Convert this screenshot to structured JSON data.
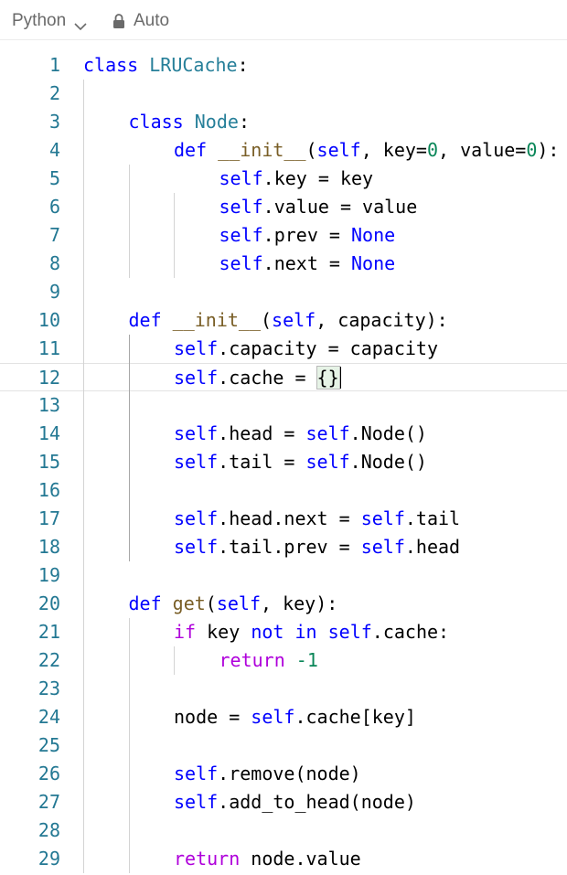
{
  "topbar": {
    "language": "Python",
    "language_icon": "chevron-down-icon",
    "mode_icon": "lock-icon",
    "mode": "Auto"
  },
  "editor": {
    "cursor_line": 12,
    "lines": [
      {
        "n": "1",
        "indent": 0,
        "tokens": [
          [
            "kw",
            "class"
          ],
          [
            "t",
            " "
          ],
          [
            "cls",
            "LRUCache"
          ],
          [
            "t",
            ":"
          ]
        ]
      },
      {
        "n": "2",
        "indent": 0,
        "tokens": []
      },
      {
        "n": "3",
        "indent": 1,
        "tokens": [
          [
            "kw",
            "class"
          ],
          [
            "t",
            " "
          ],
          [
            "cls",
            "Node"
          ],
          [
            "t",
            ":"
          ]
        ]
      },
      {
        "n": "4",
        "indent": 2,
        "tokens": [
          [
            "kw",
            "def"
          ],
          [
            "t",
            " "
          ],
          [
            "fn",
            "__init__"
          ],
          [
            "t",
            "("
          ],
          [
            "self",
            "self"
          ],
          [
            "t",
            ", key="
          ],
          [
            "num",
            "0"
          ],
          [
            "t",
            ", value="
          ],
          [
            "num",
            "0"
          ],
          [
            "t",
            "):"
          ]
        ]
      },
      {
        "n": "5",
        "indent": 3,
        "tokens": [
          [
            "self",
            "self"
          ],
          [
            "t",
            ".key = key"
          ]
        ]
      },
      {
        "n": "6",
        "indent": 3,
        "tokens": [
          [
            "self",
            "self"
          ],
          [
            "t",
            ".value = value"
          ]
        ]
      },
      {
        "n": "7",
        "indent": 3,
        "tokens": [
          [
            "self",
            "self"
          ],
          [
            "t",
            ".prev = "
          ],
          [
            "kw",
            "None"
          ]
        ]
      },
      {
        "n": "8",
        "indent": 3,
        "tokens": [
          [
            "self",
            "self"
          ],
          [
            "t",
            ".next = "
          ],
          [
            "kw",
            "None"
          ]
        ]
      },
      {
        "n": "9",
        "indent": 0,
        "tokens": []
      },
      {
        "n": "10",
        "indent": 1,
        "tokens": [
          [
            "kw",
            "def"
          ],
          [
            "t",
            " "
          ],
          [
            "fn",
            "__init__"
          ],
          [
            "t",
            "("
          ],
          [
            "self",
            "self"
          ],
          [
            "t",
            ", capacity):"
          ]
        ]
      },
      {
        "n": "11",
        "indent": 2,
        "tokens": [
          [
            "self",
            "self"
          ],
          [
            "t",
            ".capacity = capacity"
          ]
        ]
      },
      {
        "n": "12",
        "indent": 2,
        "tokens": [
          [
            "self",
            "self"
          ],
          [
            "t",
            ".cache = "
          ],
          [
            "match",
            "{}"
          ],
          [
            "cursor",
            ""
          ]
        ]
      },
      {
        "n": "13",
        "indent": 0,
        "tokens": []
      },
      {
        "n": "14",
        "indent": 2,
        "tokens": [
          [
            "self",
            "self"
          ],
          [
            "t",
            ".head = "
          ],
          [
            "self",
            "self"
          ],
          [
            "t",
            ".Node()"
          ]
        ]
      },
      {
        "n": "15",
        "indent": 2,
        "tokens": [
          [
            "self",
            "self"
          ],
          [
            "t",
            ".tail = "
          ],
          [
            "self",
            "self"
          ],
          [
            "t",
            ".Node()"
          ]
        ]
      },
      {
        "n": "16",
        "indent": 0,
        "tokens": []
      },
      {
        "n": "17",
        "indent": 2,
        "tokens": [
          [
            "self",
            "self"
          ],
          [
            "t",
            ".head.next = "
          ],
          [
            "self",
            "self"
          ],
          [
            "t",
            ".tail"
          ]
        ]
      },
      {
        "n": "18",
        "indent": 2,
        "tokens": [
          [
            "self",
            "self"
          ],
          [
            "t",
            ".tail.prev = "
          ],
          [
            "self",
            "self"
          ],
          [
            "t",
            ".head"
          ]
        ]
      },
      {
        "n": "19",
        "indent": 0,
        "tokens": []
      },
      {
        "n": "20",
        "indent": 1,
        "tokens": [
          [
            "kw",
            "def"
          ],
          [
            "t",
            " "
          ],
          [
            "fn",
            "get"
          ],
          [
            "t",
            "("
          ],
          [
            "self",
            "self"
          ],
          [
            "t",
            ", key):"
          ]
        ]
      },
      {
        "n": "21",
        "indent": 2,
        "tokens": [
          [
            "ctrl",
            "if"
          ],
          [
            "t",
            " key "
          ],
          [
            "kw",
            "not"
          ],
          [
            "t",
            " "
          ],
          [
            "kw",
            "in"
          ],
          [
            "t",
            " "
          ],
          [
            "self",
            "self"
          ],
          [
            "t",
            ".cache:"
          ]
        ]
      },
      {
        "n": "22",
        "indent": 3,
        "tokens": [
          [
            "ctrl",
            "return"
          ],
          [
            "t",
            " "
          ],
          [
            "num",
            "-1"
          ]
        ]
      },
      {
        "n": "23",
        "indent": 0,
        "tokens": []
      },
      {
        "n": "24",
        "indent": 2,
        "tokens": [
          [
            "t",
            "node = "
          ],
          [
            "self",
            "self"
          ],
          [
            "t",
            ".cache[key]"
          ]
        ]
      },
      {
        "n": "25",
        "indent": 0,
        "tokens": []
      },
      {
        "n": "26",
        "indent": 2,
        "tokens": [
          [
            "self",
            "self"
          ],
          [
            "t",
            ".remove(node)"
          ]
        ]
      },
      {
        "n": "27",
        "indent": 2,
        "tokens": [
          [
            "self",
            "self"
          ],
          [
            "t",
            ".add_to_head(node)"
          ]
        ]
      },
      {
        "n": "28",
        "indent": 0,
        "tokens": []
      },
      {
        "n": "29",
        "indent": 2,
        "tokens": [
          [
            "ctrl",
            "return"
          ],
          [
            "t",
            " node.value"
          ]
        ]
      }
    ]
  }
}
